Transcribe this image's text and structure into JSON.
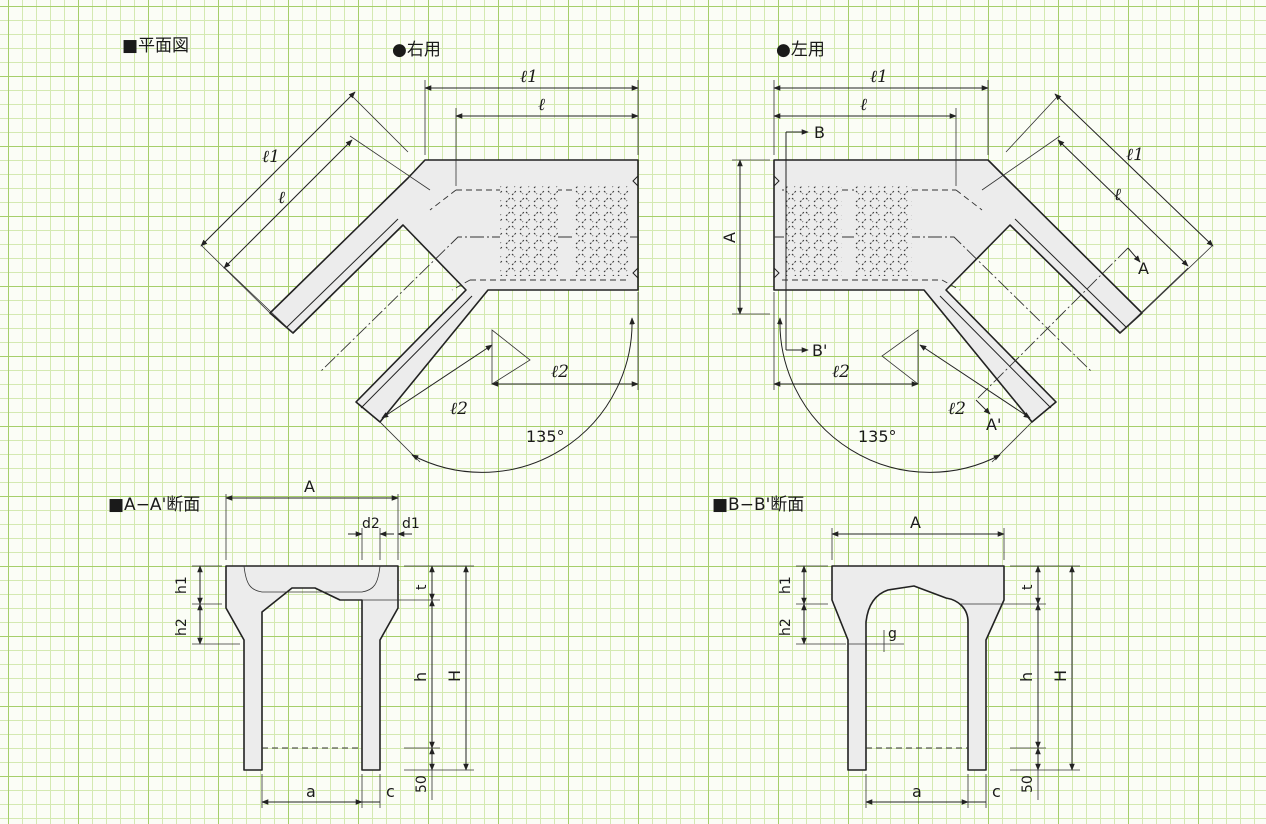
{
  "headings": {
    "plan": "■平面図",
    "right_use": "●右用",
    "left_use": "●左用",
    "section_aa": "■A−A'断面",
    "section_bb": "■B−B'断面"
  },
  "labels": {
    "l1": "ℓ1",
    "l": "ℓ",
    "l2": "ℓ2",
    "angle": "135°",
    "A": "A",
    "B": "B",
    "B_prime": "B'",
    "A_prime": "A'",
    "a": "a",
    "c": "c",
    "d1": "d1",
    "d2": "d2",
    "h1": "h1",
    "h2": "h2",
    "h": "h",
    "H": "H",
    "t": "t",
    "g": "g",
    "fifty": "50"
  },
  "colors": {
    "grid_major": "#a6cf6b",
    "grid_minor": "#d4e9b2",
    "background": "#fbfdf6",
    "body_fill": "#ececec",
    "line": "#222222"
  }
}
